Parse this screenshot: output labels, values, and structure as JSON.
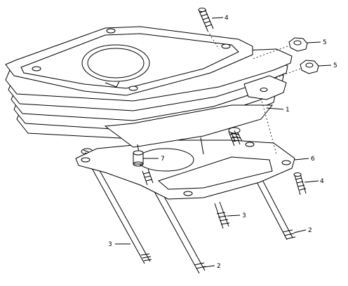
{
  "diagram": {
    "type": "exploded-parts-view",
    "callouts": [
      {
        "id": "c1",
        "label": "1"
      },
      {
        "id": "c2a",
        "label": "2"
      },
      {
        "id": "c2b",
        "label": "2"
      },
      {
        "id": "c3a",
        "label": "3"
      },
      {
        "id": "c3b",
        "label": "3"
      },
      {
        "id": "c4a",
        "label": "4"
      },
      {
        "id": "c4b",
        "label": "4"
      },
      {
        "id": "c5a",
        "label": "5"
      },
      {
        "id": "c5b",
        "label": "5"
      },
      {
        "id": "c6",
        "label": "6"
      },
      {
        "id": "c7",
        "label": "7"
      }
    ]
  }
}
